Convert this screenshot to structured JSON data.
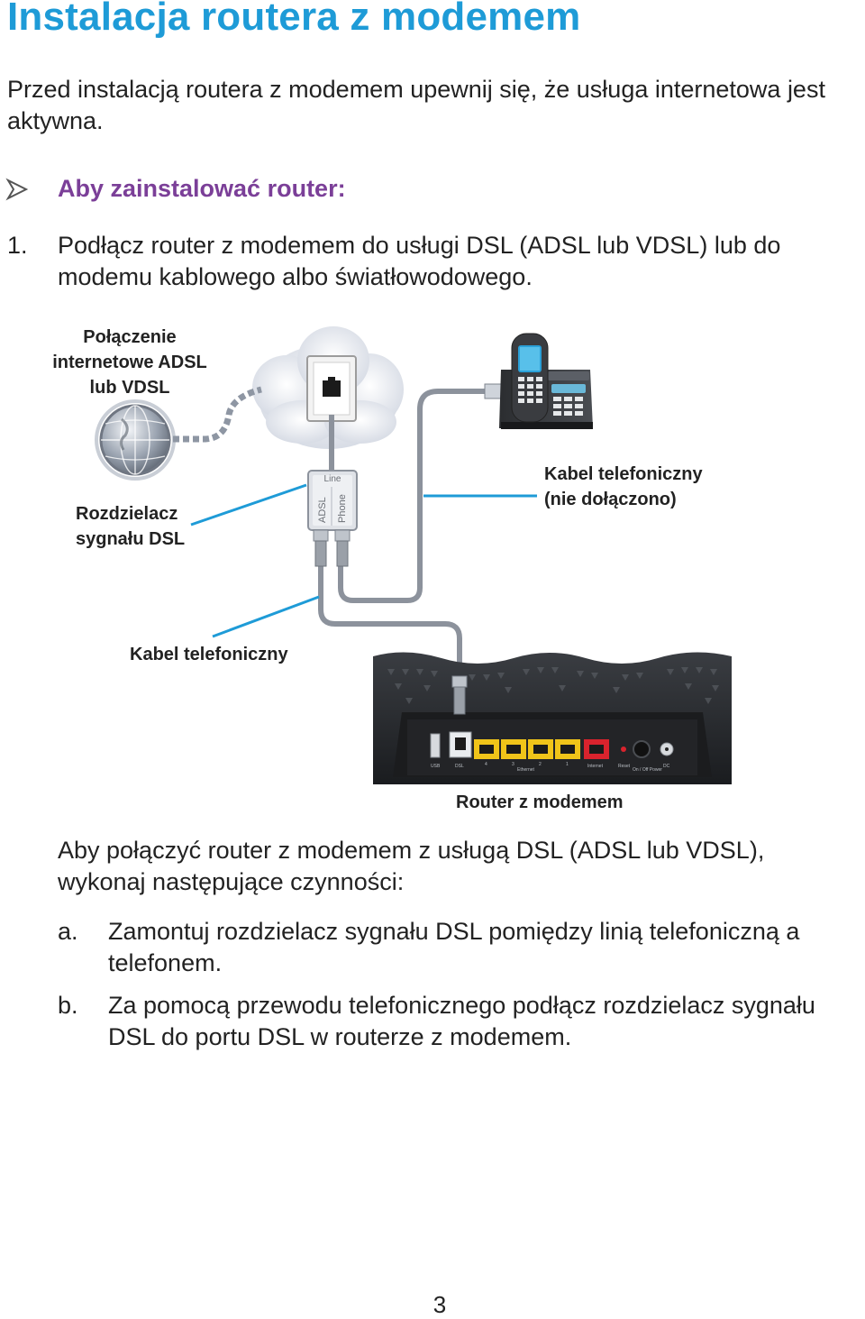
{
  "title": "Instalacja routera z modemem",
  "intro": "Przed instalacją routera z modemem upewnij się, że usługa internetowa jest aktywna.",
  "task_heading": "Aby zainstalować router:",
  "step1": {
    "num": "1.",
    "text": "Podłącz router z modemem do usługi DSL (ADSL lub VDSL) lub do modemu kablowego albo światłowodowego."
  },
  "diagram": {
    "label_internet": "Połączenie internetowe ADSL lub VDSL",
    "label_splitter": "Rozdzielacz sygnału DSL",
    "label_phone_cable": "Kabel telefoniczny (nie dołączono)",
    "label_cable": "Kabel telefoniczny",
    "label_router": "Router z modemem",
    "splitter_ports": {
      "line": "Line",
      "adsl": "ADSL",
      "phone": "Phone"
    },
    "router_ports": [
      "USB",
      "DSL",
      "4",
      "3",
      "2",
      "1",
      "Ethernet",
      "Internet",
      "Reset",
      "On / Off Power",
      "DC"
    ]
  },
  "para2": "Aby połączyć router z modemem z usługą DSL (ADSL lub VDSL), wykonaj następujące czynności:",
  "substeps": [
    {
      "num": "a.",
      "text": "Zamontuj rozdzielacz sygnału DSL pomiędzy linią telefoniczną a telefonem."
    },
    {
      "num": "b.",
      "text": "Za pomocą przewodu telefonicznego podłącz rozdzielacz sygnału DSL do portu DSL w routerze z modemem."
    }
  ],
  "page_number": "3",
  "colors": {
    "title": "#1e9bd7",
    "task": "#7b3f98",
    "leader": "#1e9bd7",
    "ethernet": "#f0c419",
    "internet": "#d9232d"
  }
}
